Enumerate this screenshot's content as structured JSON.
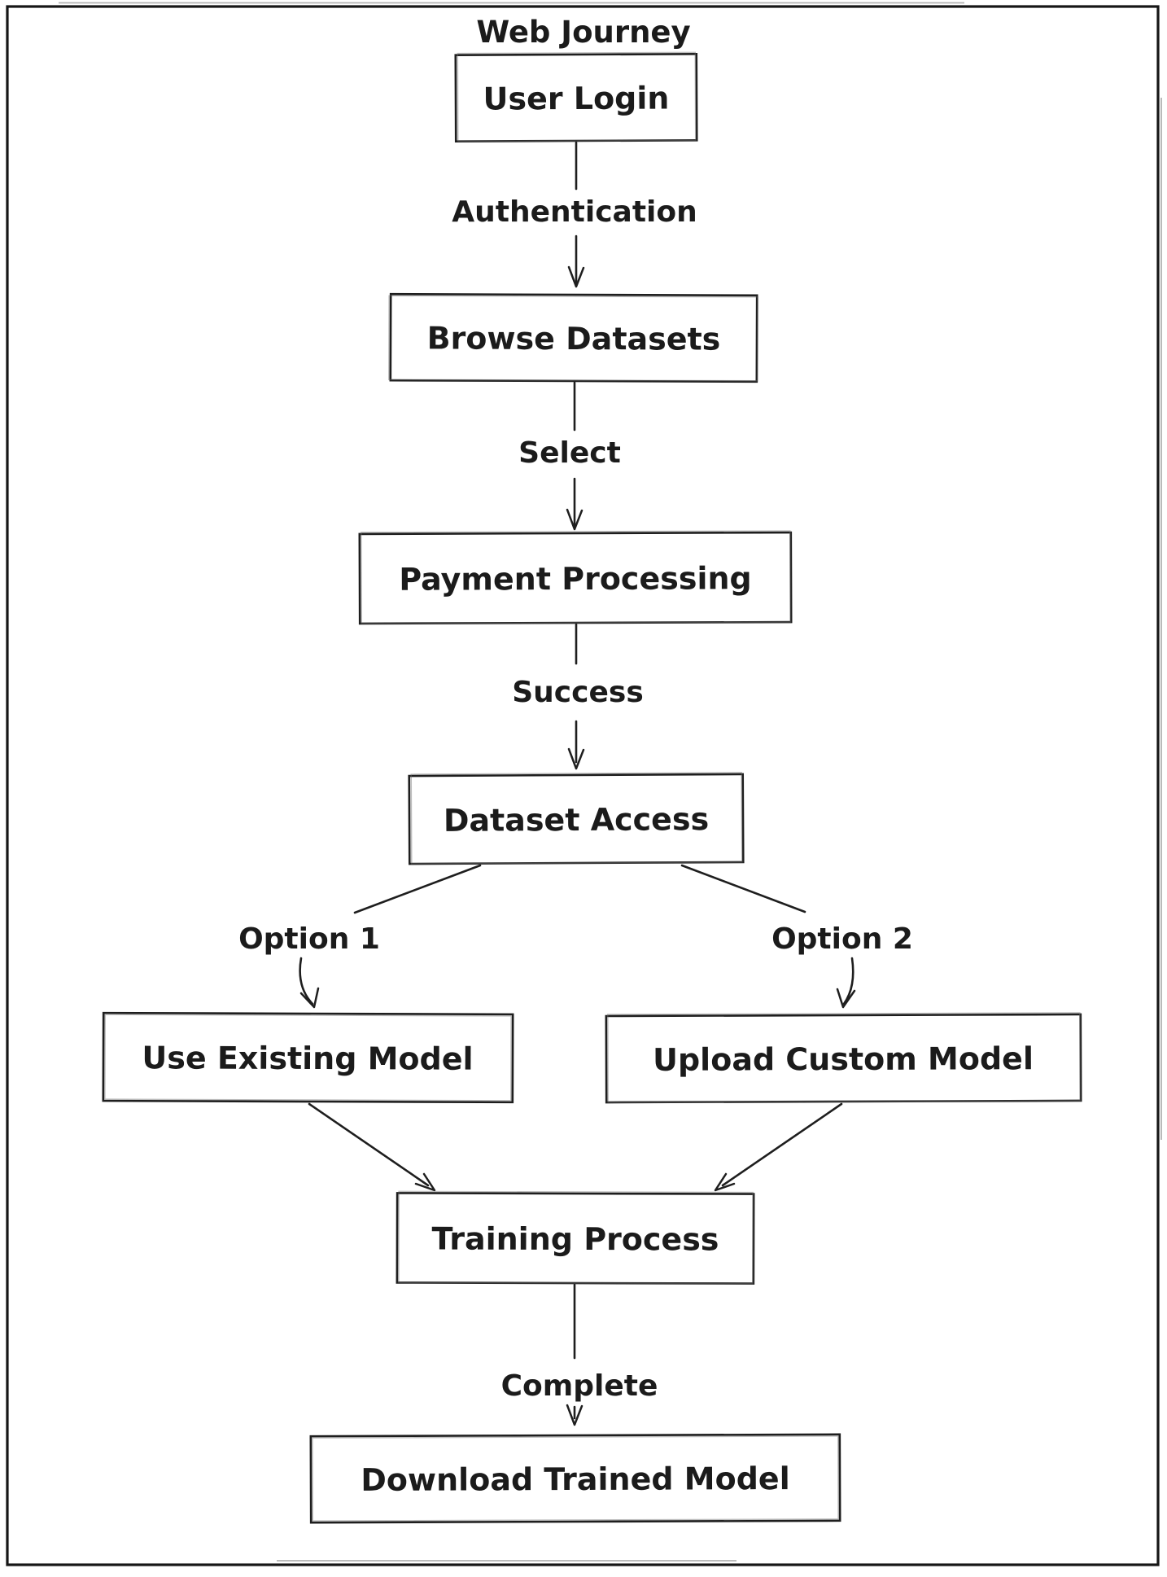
{
  "diagram": {
    "title": "Web Journey",
    "type": "flowchart",
    "colors": {
      "background": "#ffffff",
      "stroke": "#1e1e1e",
      "text": "#1b1b1b",
      "box_fill": "#ffffff"
    },
    "nodes": [
      {
        "id": "user-login",
        "label": "User Login"
      },
      {
        "id": "browse-datasets",
        "label": "Browse Datasets"
      },
      {
        "id": "payment-processing",
        "label": "Payment Processing"
      },
      {
        "id": "dataset-access",
        "label": "Dataset Access"
      },
      {
        "id": "use-existing-model",
        "label": "Use Existing Model"
      },
      {
        "id": "upload-custom-model",
        "label": "Upload Custom Model"
      },
      {
        "id": "training-process",
        "label": "Training Process"
      },
      {
        "id": "download-trained-model",
        "label": "Download Trained Model"
      }
    ],
    "edges": [
      {
        "from": "user-login",
        "to": "browse-datasets",
        "label": "Authentication"
      },
      {
        "from": "browse-datasets",
        "to": "payment-processing",
        "label": "Select"
      },
      {
        "from": "payment-processing",
        "to": "dataset-access",
        "label": "Success"
      },
      {
        "from": "dataset-access",
        "to": "use-existing-model",
        "label": "Option 1"
      },
      {
        "from": "dataset-access",
        "to": "upload-custom-model",
        "label": "Option 2"
      },
      {
        "from": "use-existing-model",
        "to": "training-process"
      },
      {
        "from": "upload-custom-model",
        "to": "training-process"
      },
      {
        "from": "training-process",
        "to": "download-trained-model",
        "label": "Complete"
      }
    ]
  }
}
